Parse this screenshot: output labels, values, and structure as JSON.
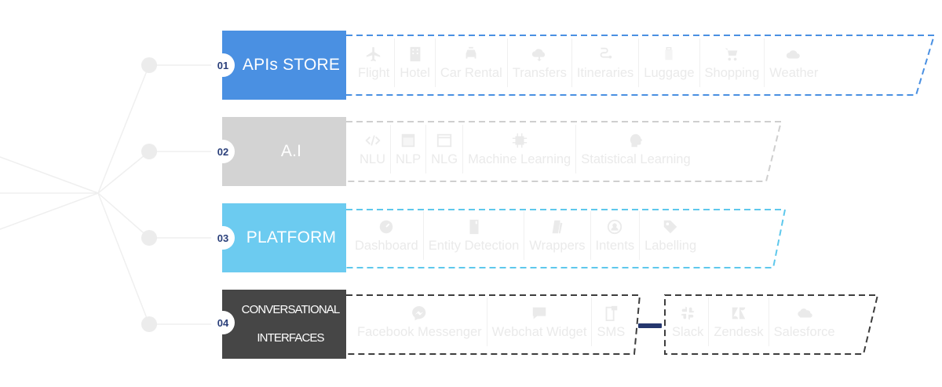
{
  "colors": {
    "apis_store": "#4a90e2",
    "ai": "#d3d3d3",
    "platform": "#6ccbf0",
    "conversational": "#464646",
    "dash_blue": "#4a90e2",
    "dash_gray": "#cfcfcf",
    "dash_light_blue": "#5ec8ec",
    "dash_dark": "#3d3d3d",
    "bridge": "#25376e",
    "tree_line": "#efefef",
    "tree_node": "#ececec",
    "faded": "#eaeaea"
  },
  "rows": [
    {
      "number": "01",
      "label": "APIs STORE",
      "items": [
        {
          "label": "Flight",
          "icon": "airplane-icon"
        },
        {
          "label": "Hotel",
          "icon": "hotel-building-icon"
        },
        {
          "label": "Car Rental",
          "icon": "car-icon"
        },
        {
          "label": "Transfers",
          "icon": "cloud-transfer-icon"
        },
        {
          "label": "Itineraries",
          "icon": "route-icon"
        },
        {
          "label": "Luggage",
          "icon": "luggage-icon"
        },
        {
          "label": "Shopping",
          "icon": "shopping-cart-icon"
        },
        {
          "label": "Weather",
          "icon": "cloud-icon"
        }
      ]
    },
    {
      "number": "02",
      "label": "A.I",
      "items": [
        {
          "label": "NLU",
          "icon": "code-icon"
        },
        {
          "label": "NLP",
          "icon": "window-icon"
        },
        {
          "label": "NLG",
          "icon": "browser-code-icon"
        },
        {
          "label": "Machine Learning",
          "icon": "chip-icon"
        },
        {
          "label": "Statistical Learning",
          "icon": "head-brain-icon"
        }
      ]
    },
    {
      "number": "03",
      "label": "PLATFORM",
      "items": [
        {
          "label": "Dashboard",
          "icon": "gauge-icon"
        },
        {
          "label": "Entity Detection",
          "icon": "document-icon"
        },
        {
          "label": "Wrappers",
          "icon": "wrapper-icon"
        },
        {
          "label": "Intents",
          "icon": "intent-icon"
        },
        {
          "label": "Labelling",
          "icon": "tag-icon"
        }
      ]
    },
    {
      "number": "04",
      "label": "CONVERSATIONAL\nINTERFACES",
      "items": [
        {
          "label": "Facebook Messenger",
          "icon": "messenger-icon"
        },
        {
          "label": "Webchat Widget",
          "icon": "chat-bubble-icon"
        },
        {
          "label": "SMS",
          "icon": "phone-icon"
        }
      ],
      "items_secondary": [
        {
          "label": "Slack",
          "icon": "slack-icon"
        },
        {
          "label": "Zendesk",
          "icon": "zendesk-icon"
        },
        {
          "label": "Salesforce",
          "icon": "salesforce-cloud-icon"
        }
      ]
    }
  ]
}
